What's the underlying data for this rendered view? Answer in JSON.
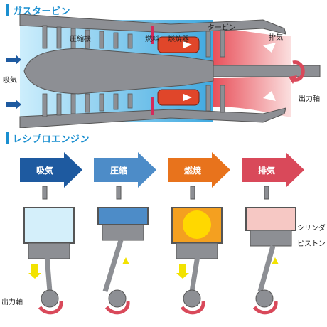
{
  "sections": {
    "gas_turbine": "ガスタービン",
    "reciprocating": "レシプロエンジン"
  },
  "turbine_labels": {
    "intake": "吸気",
    "compressor": "圧縮機",
    "fuel": "燃料",
    "combustor": "燃焼器",
    "turbine": "タービン",
    "exhaust": "排気",
    "output_shaft": "出力軸"
  },
  "strokes": [
    {
      "label": "吸気",
      "color": "#1e5aa0"
    },
    {
      "label": "圧縮",
      "color": "#4d8cc8"
    },
    {
      "label": "燃焼",
      "color": "#e8731c"
    },
    {
      "label": "排気",
      "color": "#d9495a"
    }
  ],
  "engine_labels": {
    "cylinder": "シリンダ",
    "piston": "ピストン",
    "output_shaft": "出力軸"
  },
  "colors": {
    "accent_blue": "#1a8fd0",
    "steel": "#8d8f94",
    "air": "#8fd3f2",
    "flame": "#e0462a",
    "rotation": "#d9495a",
    "down_arrow": "#f2e200"
  }
}
